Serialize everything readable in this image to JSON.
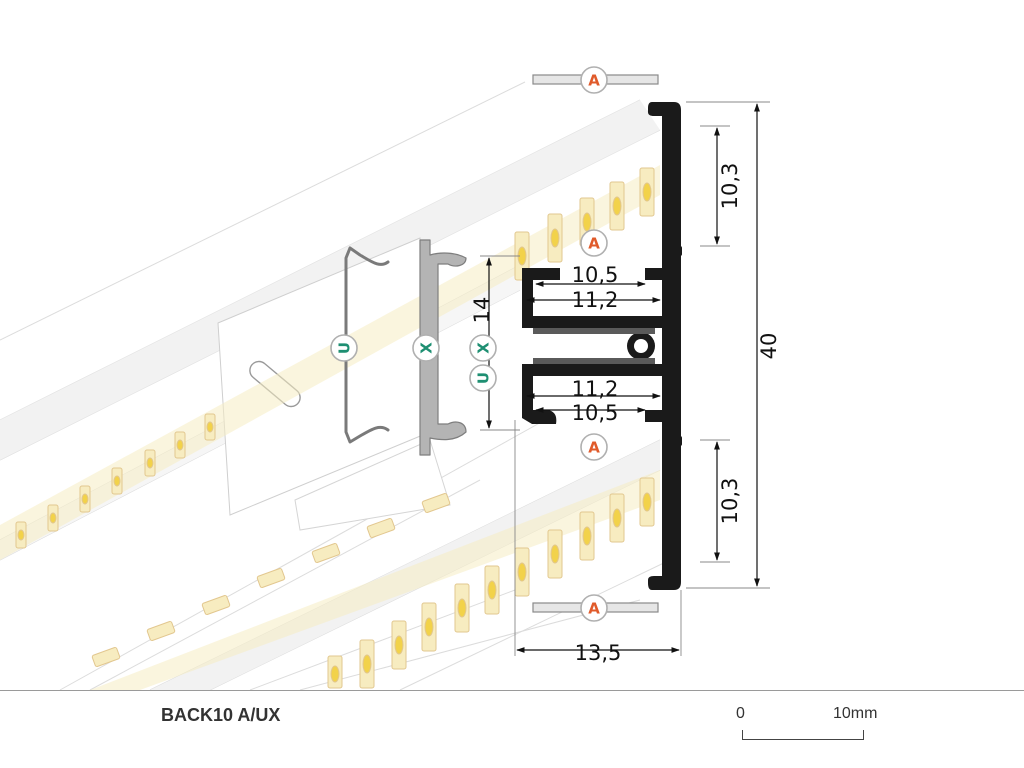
{
  "title": "BACK10 A/UX",
  "scale": {
    "start": "0",
    "end": "10mm"
  },
  "dimensions": {
    "upper_fin_height": "10,3",
    "lower_fin_height": "10,3",
    "total_height": "40",
    "channel_inner_top": "10,5",
    "channel_outer_top": "11,2",
    "channel_outer_bottom": "11,2",
    "channel_inner_bottom": "10,5",
    "clip_height": "14",
    "profile_width": "13,5"
  },
  "badges": {
    "cover_top": "A",
    "cover_upper": "A",
    "cover_lower": "A",
    "cover_bottom": "A",
    "clip_u": "U",
    "clip_x": "X",
    "clip_x_side": "X",
    "clip_u_side": "U"
  },
  "colors": {
    "profile": "#1a1a1a",
    "cover_badge": "#e05a2a",
    "clip_badge": "#1e8f72",
    "led_chip": "#f2d24a",
    "led_strip": "#f6ecc2"
  }
}
